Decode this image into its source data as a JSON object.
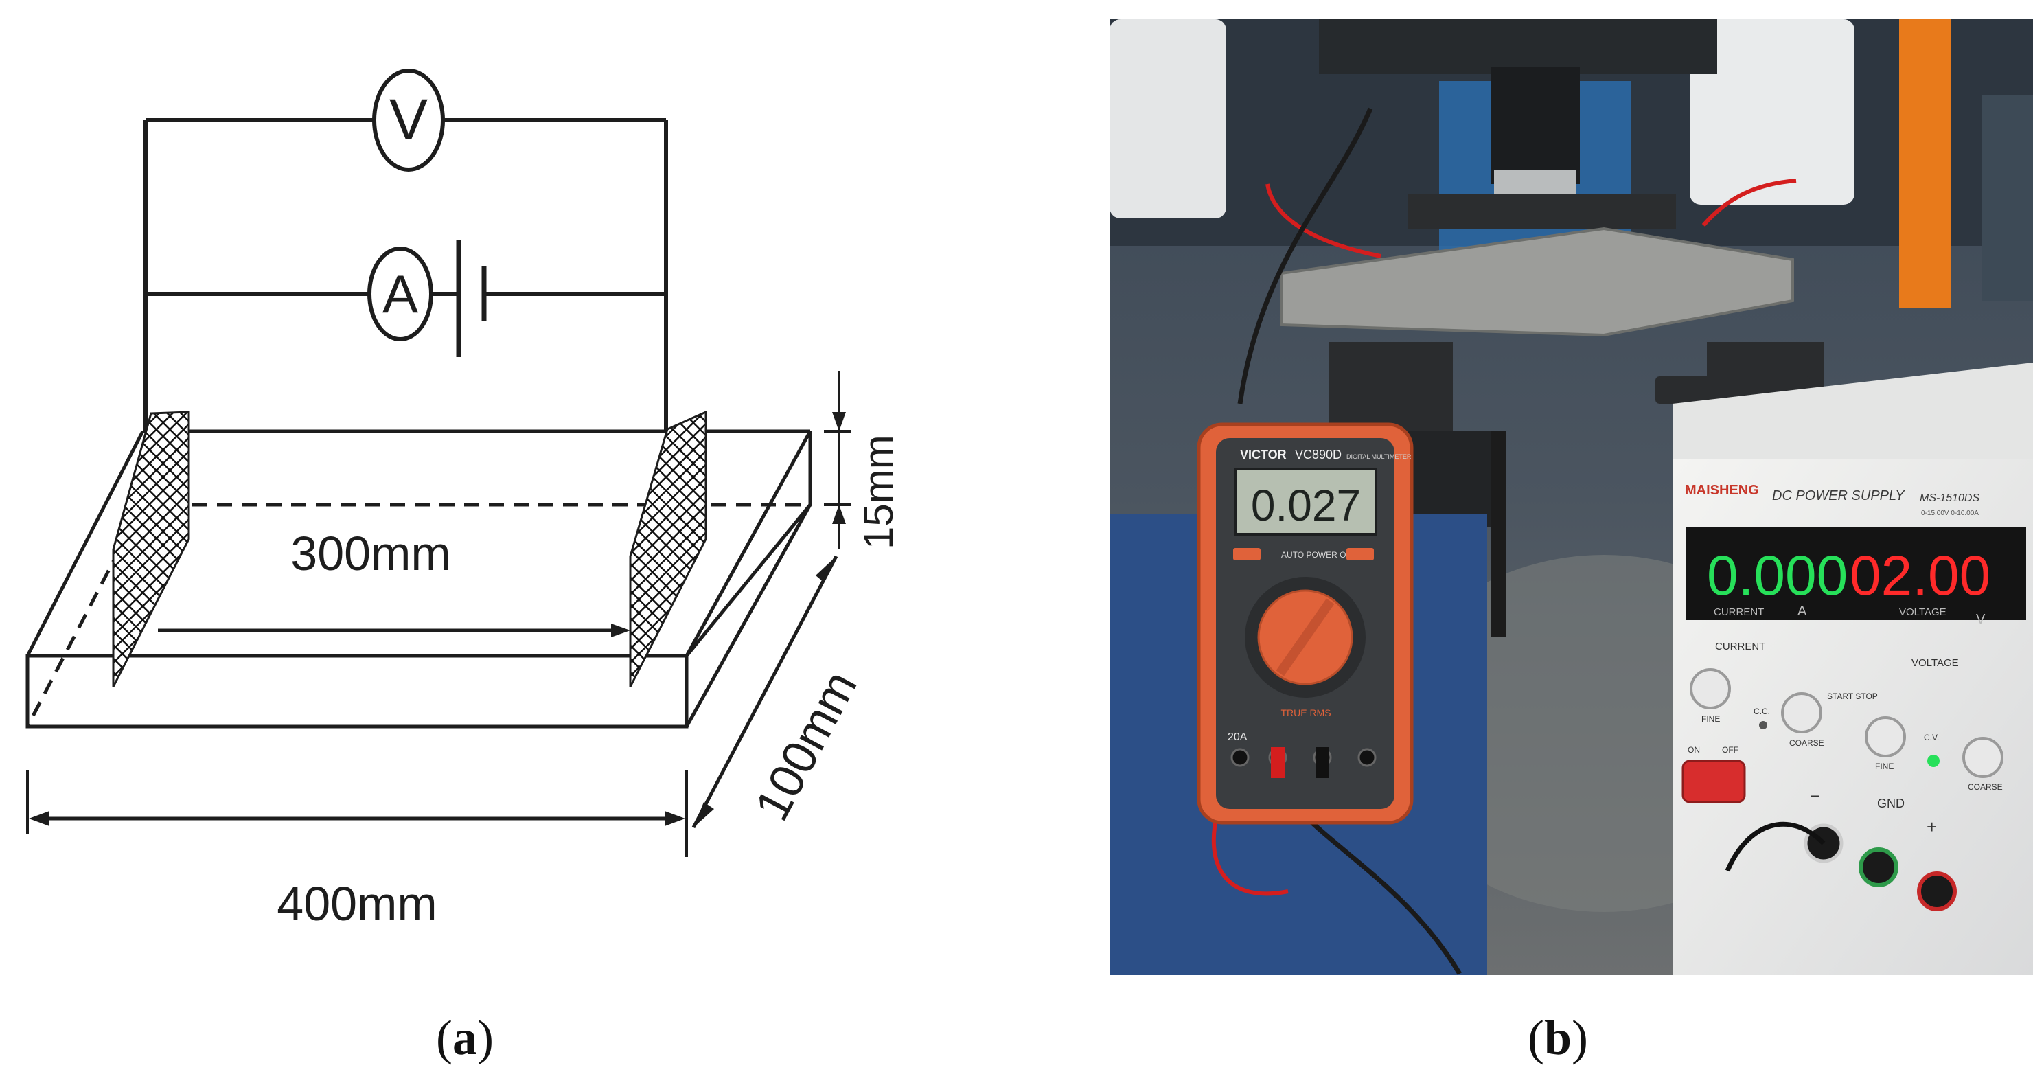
{
  "panel_a": {
    "meters": {
      "voltmeter": "V",
      "ammeter": "A"
    },
    "dimensions": {
      "electrode_spacing": "300mm",
      "length": "400mm",
      "width": "100mm",
      "depth": "15mm"
    }
  },
  "panel_b": {
    "multimeter": {
      "brand": "VICTOR",
      "model": "VC890D",
      "subtitle": "DIGITAL MULTIMETER",
      "reading": "0.027",
      "auto_power_off": "AUTO POWER OFF",
      "true_rms": "TRUE RMS",
      "port_20a": "20A"
    },
    "power_supply": {
      "brand": "MAISHENG",
      "title": "DC POWER SUPPLY",
      "model": "MS-1510DS",
      "spec": "0-15.00V 0-10.00A",
      "current_reading": "0.000",
      "current_label": "CURRENT",
      "current_unit": "A",
      "voltage_reading": "02.00",
      "voltage_label": "VOLTAGE",
      "voltage_unit": "V",
      "current_group": "CURRENT",
      "voltage_group": "VOLTAGE",
      "start_stop": "START\nSTOP",
      "fine": "FINE",
      "coarse": "COARSE",
      "cc": "C.C.",
      "cv": "C.V.",
      "on": "ON",
      "off": "OFF",
      "gnd": "GND",
      "minus": "−",
      "plus": "+"
    },
    "colors": {
      "current_led": "#27e05a",
      "voltage_led": "#ff2a2a",
      "multimeter_case": "#e0623a"
    }
  },
  "captions": {
    "a": "a",
    "b": "b"
  }
}
